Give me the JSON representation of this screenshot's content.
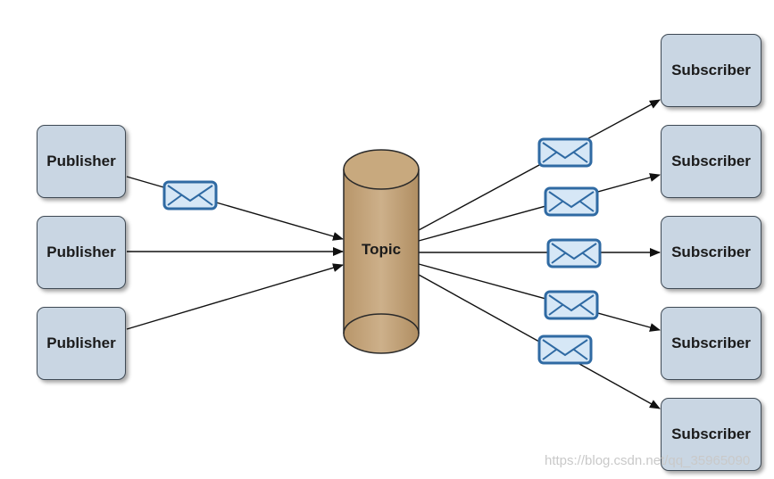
{
  "colors": {
    "node_fill": "#c9d6e3",
    "node_border": "#3f4a55",
    "topic_fill": "#c8a97e",
    "topic_border": "#2a2a2a",
    "envelope_fill": "#d6e7f6",
    "envelope_border": "#2f6aa3",
    "arrow": "#111111"
  },
  "publishers": [
    {
      "label": "Publisher"
    },
    {
      "label": "Publisher"
    },
    {
      "label": "Publisher"
    }
  ],
  "topic": {
    "label": "Topic"
  },
  "subscribers": [
    {
      "label": "Subscriber"
    },
    {
      "label": "Subscriber"
    },
    {
      "label": "Subscriber"
    },
    {
      "label": "Subscriber"
    },
    {
      "label": "Subscriber"
    }
  ],
  "watermark": "https://blog.csdn.net/qq_35965090"
}
